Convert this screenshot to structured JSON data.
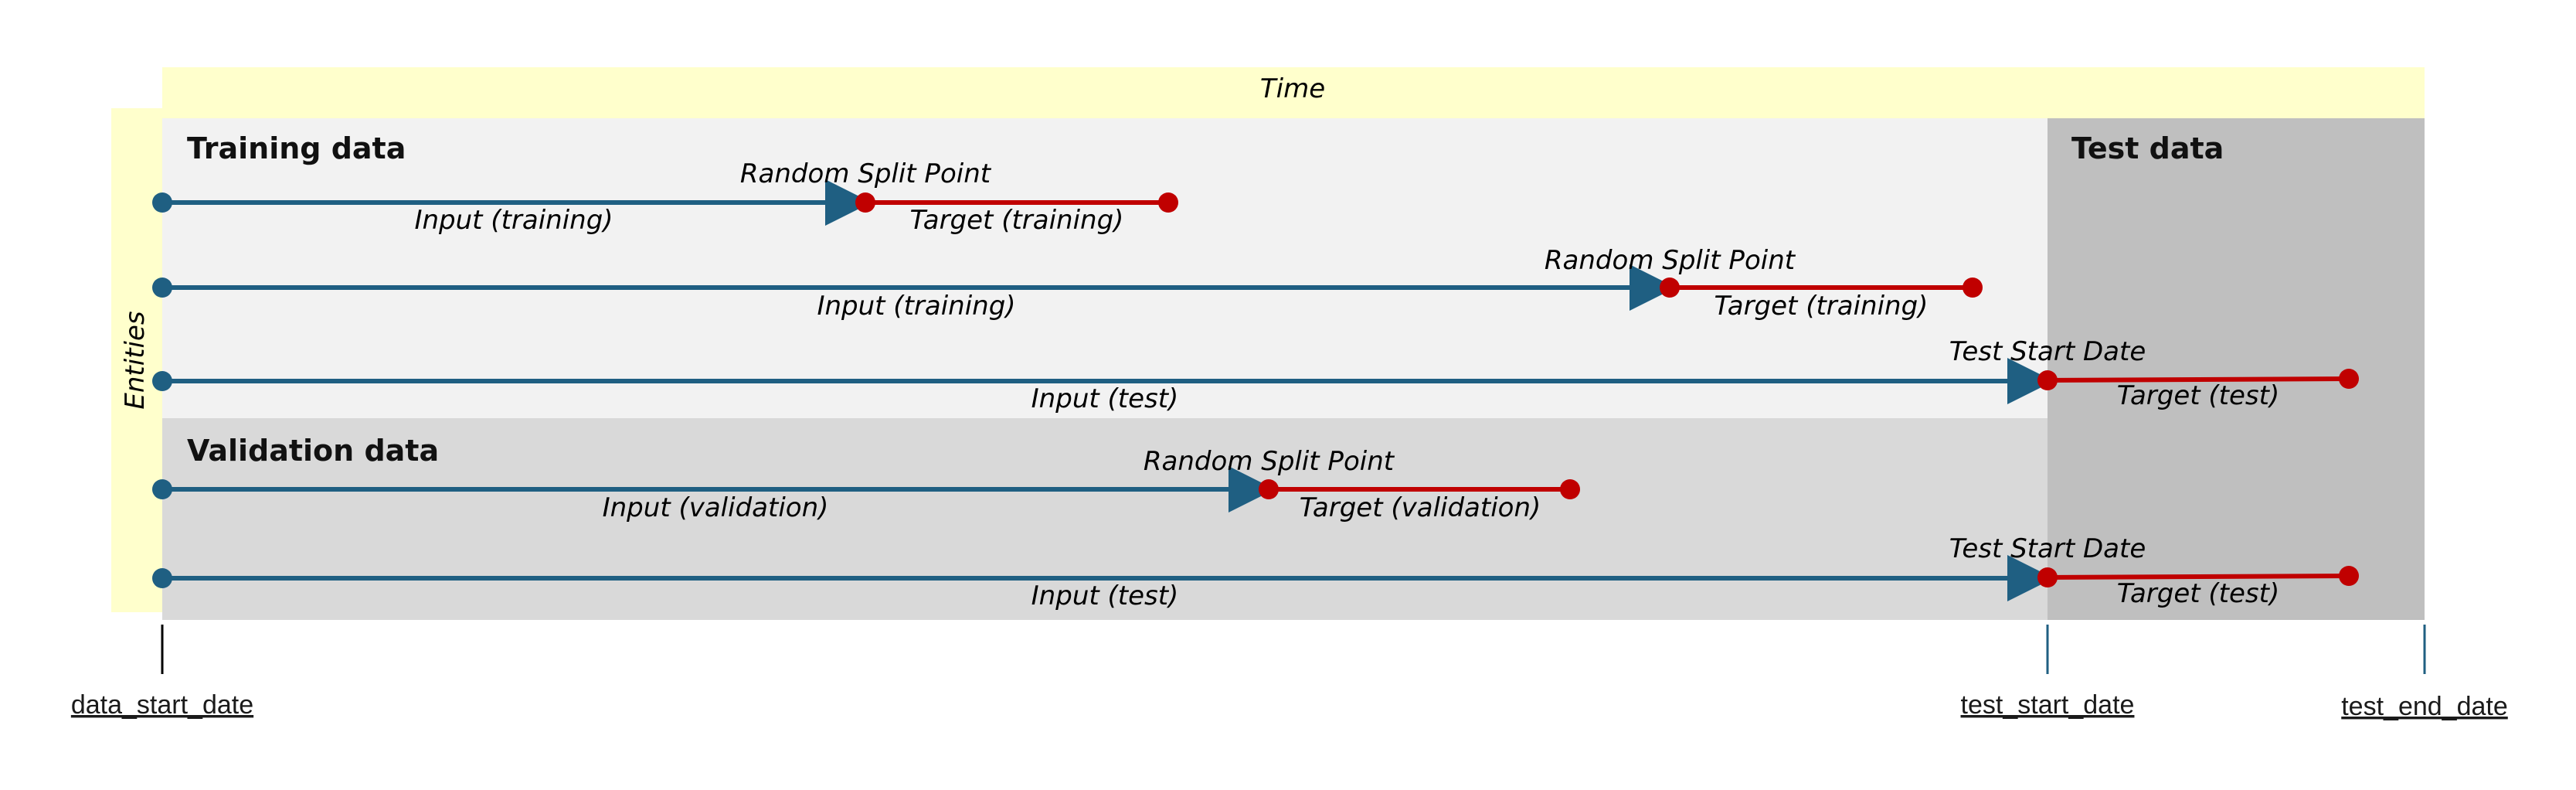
{
  "axis": {
    "time_label": "Time",
    "entities_label": "Entities"
  },
  "sections": {
    "training_title": "Training data",
    "validation_title": "Validation data",
    "test_title": "Test data"
  },
  "rows": [
    {
      "point_label": "Random Split Point",
      "input_label": "Input (training)",
      "target_label": "Target (training)"
    },
    {
      "point_label": "Random Split Point",
      "input_label": "Input (training)",
      "target_label": "Target (training)"
    },
    {
      "point_label": "Test Start Date",
      "input_label": "Input (test)",
      "target_label": "Target (test)"
    },
    {
      "point_label": "Random Split Point",
      "input_label": "Input (validation)",
      "target_label": "Target (validation)"
    },
    {
      "point_label": "Test Start Date",
      "input_label": "Input (test)",
      "target_label": "Target (test)"
    }
  ],
  "dates": {
    "start": "data_start_date",
    "test_start": "test_start_date",
    "test_end": "test_end_date"
  },
  "colors": {
    "time_band": "#ffffcc",
    "training_area": "#f2f2f2",
    "validation_area": "#d9d9d9",
    "test_area": "#bfbfbf",
    "input_line": "#1f5f82",
    "target_line": "#c00000"
  }
}
